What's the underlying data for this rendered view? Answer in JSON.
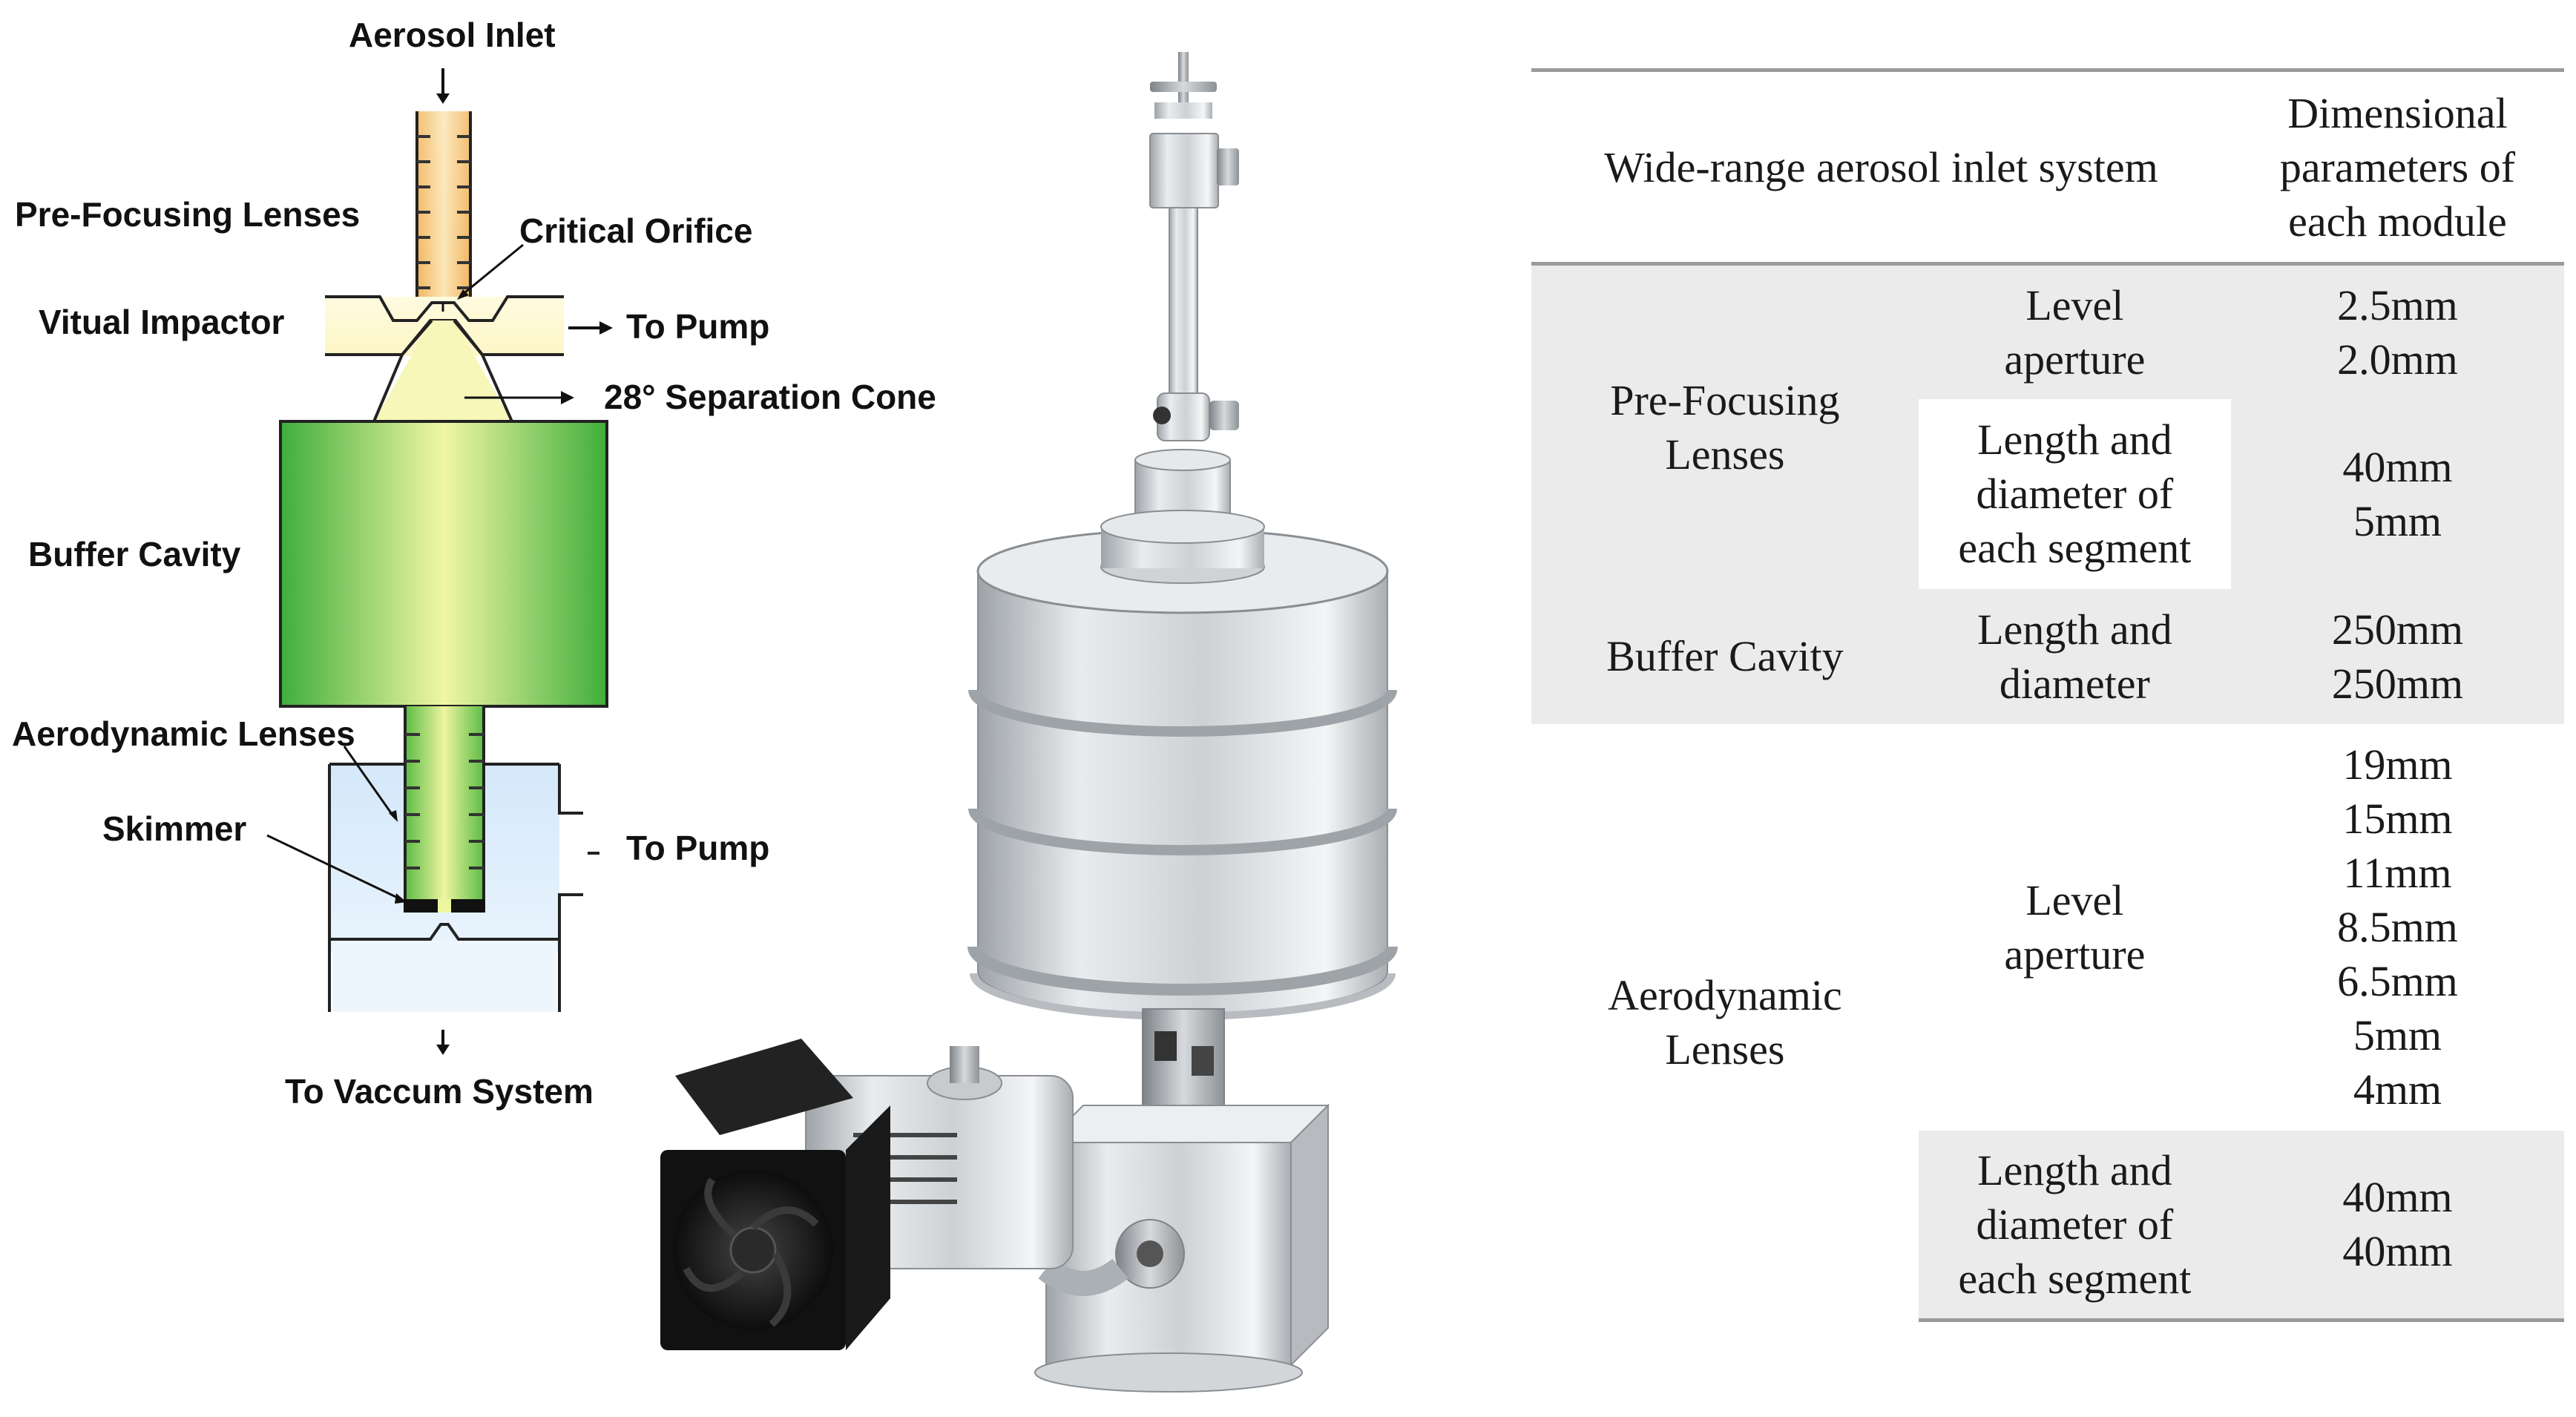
{
  "schematic": {
    "labels": {
      "aerosol_inlet": "Aerosol Inlet",
      "pre_focusing_lenses": "Pre-Focusing Lenses",
      "critical_orifice": "Critical Orifice",
      "virtual_impactor": "Vitual Impactor",
      "to_pump_top": "To Pump",
      "separation_cone": "28° Separation Cone",
      "buffer_cavity": "Buffer Cavity",
      "aerodynamic_lenses": "Aerodynamic Lenses",
      "skimmer": "Skimmer",
      "to_pump_bottom": "To Pump",
      "to_vacuum_system": "To Vaccum System"
    },
    "colors": {
      "pre_focusing": "#f2b55e",
      "buffer_cavity": "#3fae3a",
      "cone": "#f6f7b8",
      "chamber": "#dcecfa"
    }
  },
  "table": {
    "header": {
      "system": "Wide-range aerosol inlet system",
      "params": [
        "Dimensional",
        "parameters of",
        "each module"
      ]
    },
    "rows": [
      {
        "module": [
          "Pre-Focusing",
          "Lenses"
        ],
        "subrows": [
          {
            "param": [
              "Level",
              "aperture"
            ],
            "values": [
              "2.5mm",
              "2.0mm"
            ]
          },
          {
            "param": [
              "Length and",
              "diameter of",
              "each segment"
            ],
            "values": [
              "40mm",
              "5mm"
            ]
          }
        ]
      },
      {
        "module": [
          "Buffer Cavity"
        ],
        "subrows": [
          {
            "param": [
              "Length and",
              "diameter"
            ],
            "values": [
              "250mm",
              "250mm"
            ]
          }
        ]
      },
      {
        "module": [
          "Aerodynamic",
          "Lenses"
        ],
        "subrows": [
          {
            "param": [
              "Level",
              "aperture"
            ],
            "values": [
              "19mm",
              "15mm",
              "11mm",
              "8.5mm",
              "6.5mm",
              "5mm",
              "4mm"
            ]
          },
          {
            "param": [
              "Length and",
              "diameter of",
              "each segment"
            ],
            "values": [
              "40mm",
              "40mm"
            ]
          }
        ]
      }
    ]
  }
}
